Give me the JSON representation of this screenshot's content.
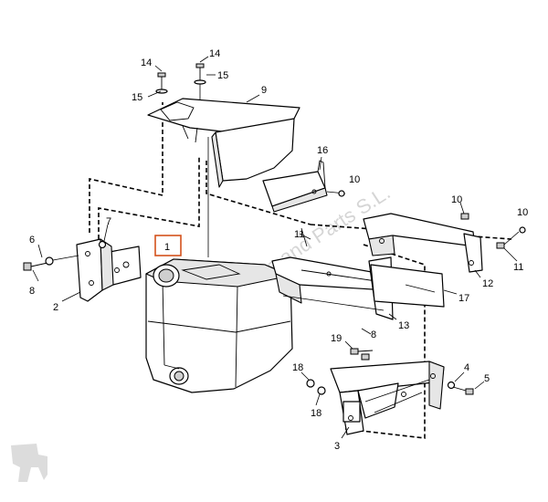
{
  "diagram": {
    "highlighted_callout": "1",
    "highlight_color": "#d4521c",
    "callouts": [
      {
        "id": "c14a",
        "label": "14"
      },
      {
        "id": "c14b",
        "label": "14"
      },
      {
        "id": "c15a",
        "label": "15"
      },
      {
        "id": "c15b",
        "label": "15"
      },
      {
        "id": "c9",
        "label": "9"
      },
      {
        "id": "c16",
        "label": "16"
      },
      {
        "id": "c10a",
        "label": "10"
      },
      {
        "id": "c10b",
        "label": "10"
      },
      {
        "id": "c10c",
        "label": "10"
      },
      {
        "id": "c7",
        "label": "7"
      },
      {
        "id": "c6",
        "label": "6"
      },
      {
        "id": "c8a",
        "label": "8"
      },
      {
        "id": "c2",
        "label": "2"
      },
      {
        "id": "c1",
        "label": "1"
      },
      {
        "id": "c11a",
        "label": "11"
      },
      {
        "id": "c11b",
        "label": "11"
      },
      {
        "id": "c12",
        "label": "12"
      },
      {
        "id": "c17",
        "label": "17"
      },
      {
        "id": "c13",
        "label": "13"
      },
      {
        "id": "c8b",
        "label": "8"
      },
      {
        "id": "c19",
        "label": "19"
      },
      {
        "id": "c18a",
        "label": "18"
      },
      {
        "id": "c18b",
        "label": "18"
      },
      {
        "id": "c4",
        "label": "4"
      },
      {
        "id": "c5",
        "label": "5"
      },
      {
        "id": "c3",
        "label": "3"
      }
    ]
  },
  "watermark": {
    "text": "Colinas Grúas and Parts S.L.",
    "logo_icon": "crane-logo-icon"
  }
}
